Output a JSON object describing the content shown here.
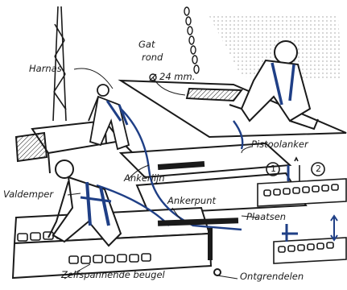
{
  "labels": {
    "harnas": "Harnas",
    "gat_line1": "Gat",
    "gat_line2": "rond",
    "gat_size": "24 mm.",
    "pistoolanker": "Pistoolanker",
    "valdemper": "Valdemper",
    "ankerlijn": "Ankerlijn",
    "ankerpunt": "Ankerpunt",
    "plaatsen": "Plaatsen",
    "zelfspannende_beugel": "Zelfspannende beugel",
    "ontgrendelen": "Ontgrendelen",
    "step1": "1",
    "step2": "2"
  },
  "colors": {
    "ink": "#1a1a1a",
    "strap": "#1f3f86",
    "paper": "#ffffff"
  }
}
